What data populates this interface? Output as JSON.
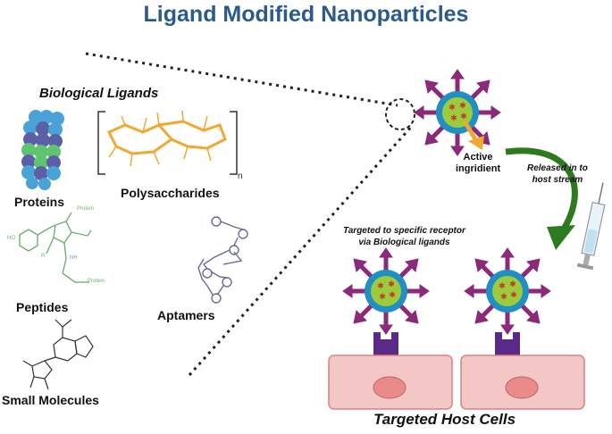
{
  "title": "Ligand Modified Nanoparticles",
  "ligands": {
    "heading": "Biological Ligands",
    "items": {
      "proteins": "Proteins",
      "polysaccharides": "Polysaccharides",
      "peptides": "Peptides",
      "aptamers": "Aptamers",
      "small_molecules": "Small Molecules"
    },
    "repeat_unit": "n"
  },
  "annotations": {
    "active_ingredient": "Active\ningridient",
    "released": "Released in to\nhost stream",
    "targeted_receptor": "Targeted to specific receptor\nvia Biological ligands",
    "host_cells": "Targeted Host Cells"
  },
  "peptide_labels": {
    "protein_top": "Protein",
    "protein_bottom": "Protein",
    "ho": "HO",
    "r": "R",
    "nh": "NH"
  },
  "colors": {
    "title": "#2b5a8e",
    "nanoparticle_shell": "#1f8fc4",
    "nanoparticle_core": "#9ccc3c",
    "ligand_arrows": "#8a2a78",
    "receptor": "#5b2a86",
    "cell_membrane": "#f4c7c7",
    "nucleus": "#e98b8b",
    "release_arrow": "#2d7a1f",
    "polysaccharide": "#f0a830",
    "peptide": "#6fb06f",
    "aptamer": "#6a6a9a"
  }
}
